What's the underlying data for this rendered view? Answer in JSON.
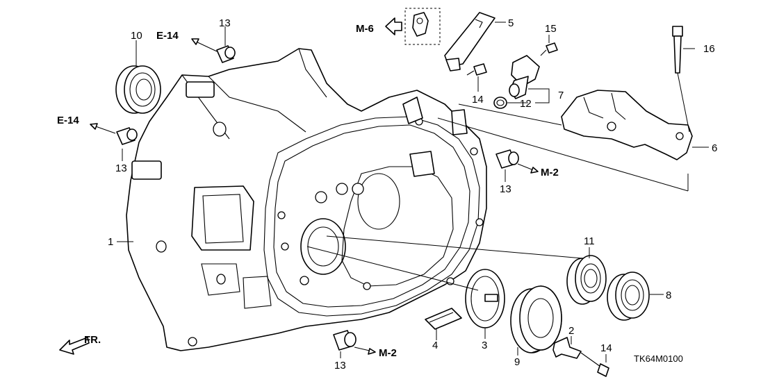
{
  "diagram_code": "TK64M0100",
  "front_marker": "FR.",
  "references": {
    "e14_top": "E-14",
    "e14_left": "E-14",
    "m6": "M-6",
    "m2_right": "M-2",
    "m2_bottom": "M-2"
  },
  "callouts": {
    "c1": "1",
    "c2": "2",
    "c3": "3",
    "c4": "4",
    "c5": "5",
    "c6": "6",
    "c7": "7",
    "c8": "8",
    "c9": "9",
    "c10": "10",
    "c11": "11",
    "c12": "12",
    "c13_top": "13",
    "c13_left": "13",
    "c13_right": "13",
    "c13_bottom": "13",
    "c14_top": "14",
    "c14_bottom": "14",
    "c15": "15",
    "c16": "16"
  }
}
